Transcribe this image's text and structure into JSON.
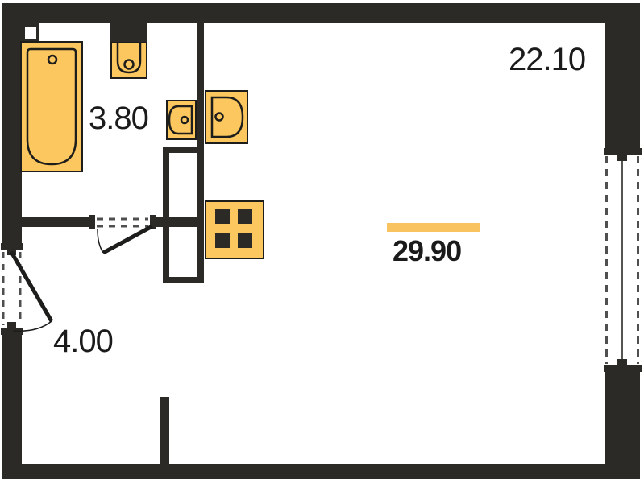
{
  "floor_plan": {
    "rooms": [
      {
        "id": "bathroom",
        "area_label": "3.80"
      },
      {
        "id": "living-room",
        "area_label": "22.10"
      },
      {
        "id": "hallway",
        "area_label": "4.00"
      }
    ],
    "total_area_label": "29.90",
    "fixtures": [
      "bathtub-icon",
      "toilet-icon",
      "bathroom-sink-icon",
      "kitchen-sink-icon",
      "stove-4-burner-icon",
      "window-icon",
      "entrance-door-icon",
      "interior-door-icon",
      "ventilation-shaft-icon"
    ],
    "colors": {
      "wall": "#2b2a27",
      "fixture_fill": "#fcc75e",
      "fixture_outline": "#1d1d1b",
      "accent_bar": "#f9c45f",
      "background": "#ffffff",
      "label_text": "#1b1b1b"
    }
  }
}
